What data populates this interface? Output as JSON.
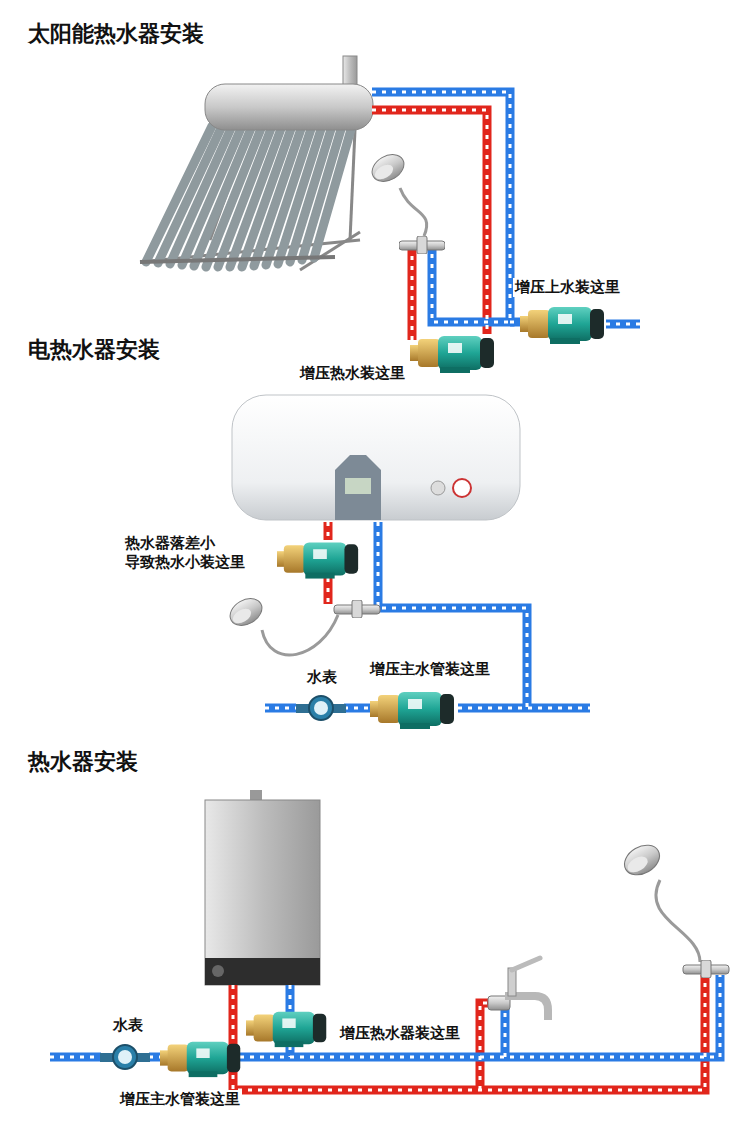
{
  "diagram": {
    "labels": [
      "太阳能热水器安装",
      "增压上水装这里",
      "增压热水装这里",
      "电热水器安装",
      "热水器落差小 导致热水小装这里",
      "水表",
      "增压主水管装这里",
      "热水器安装",
      "水表",
      "增压热水器装这里",
      "增压主水管装这里"
    ]
  }
}
